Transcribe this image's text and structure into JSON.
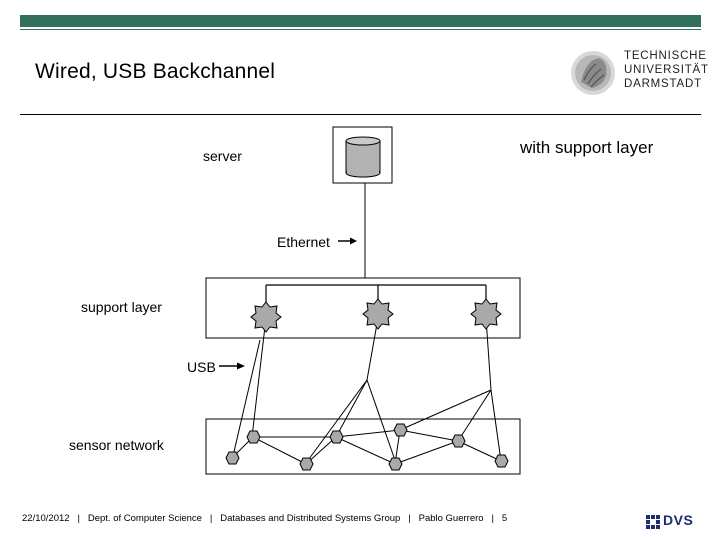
{
  "slide": {
    "title": "Wired, USB Backchannel",
    "subtitle": "with support layer"
  },
  "logo": {
    "lines": [
      "TECHNISCHE",
      "UNIVERSITÄT",
      "DARMSTADT"
    ]
  },
  "diagram": {
    "server_label": "server",
    "ethernet_label": "Ethernet",
    "support_layer_label": "support layer",
    "usb_label": "USB",
    "sensor_network_label": "sensor network"
  },
  "footer": {
    "date": "22/10/2012",
    "department": "Dept. of Computer Science",
    "group": "Databases and Distributed Systems Group",
    "author": "Pablo Guerrero",
    "page": "5",
    "dvs_logo": "DVS"
  },
  "colors": {
    "accent_bar": "#33705a",
    "node_fill": "#a9a9a9",
    "dvs_blue": "#1f2d6b"
  }
}
